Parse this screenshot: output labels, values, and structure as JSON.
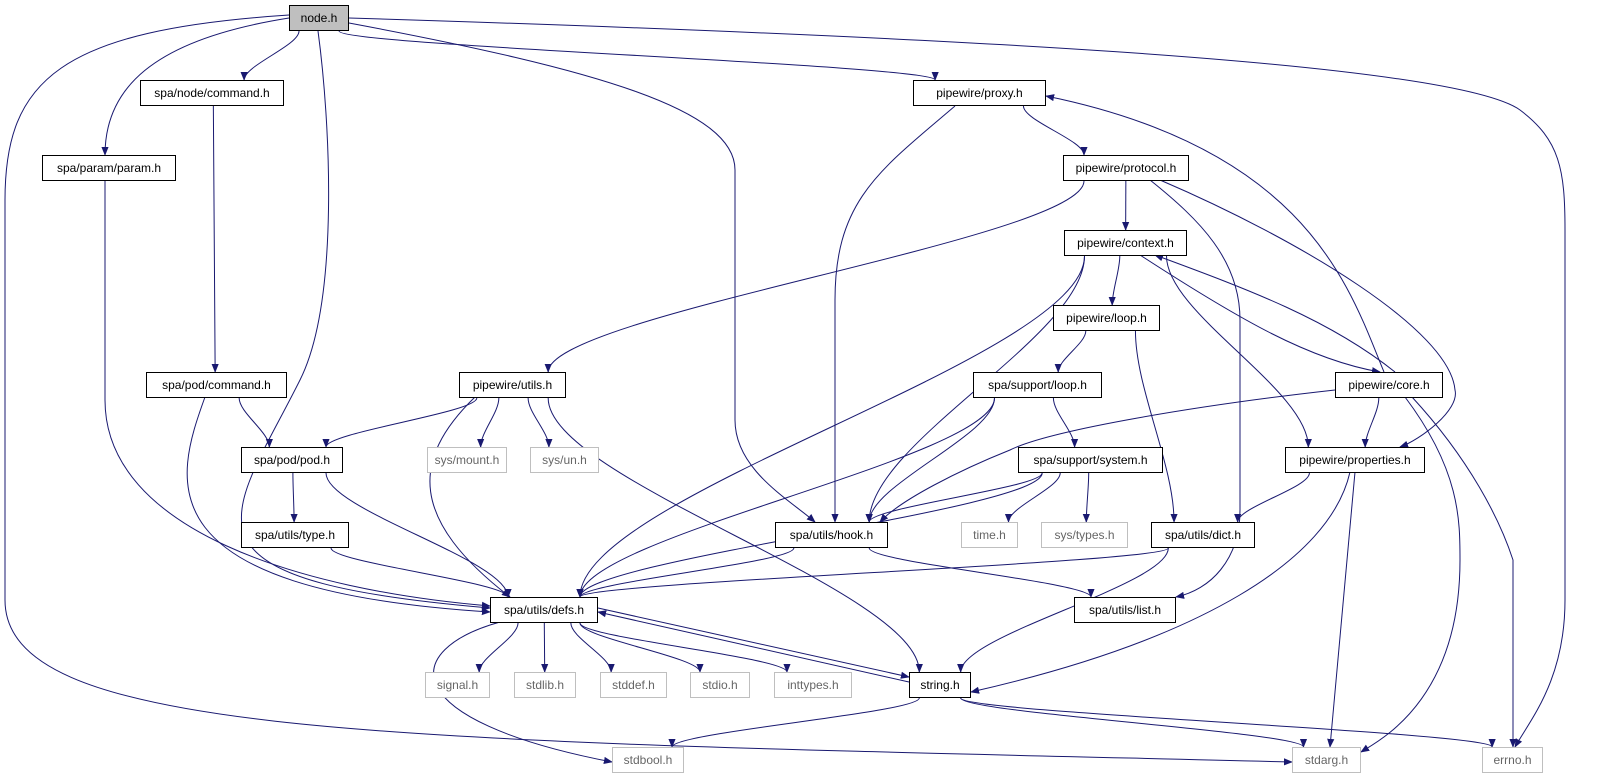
{
  "graph": {
    "edge_color": "#191970",
    "root_fill": "#bfbfbf",
    "external_border": "#bfbfbf",
    "nodes": [
      {
        "id": "node",
        "label": "node.h",
        "root": true
      },
      {
        "id": "nodecmd",
        "label": "spa/node/command.h"
      },
      {
        "id": "param",
        "label": "spa/param/param.h"
      },
      {
        "id": "podcmd",
        "label": "spa/pod/command.h"
      },
      {
        "id": "utils",
        "label": "pipewire/utils.h"
      },
      {
        "id": "pod",
        "label": "spa/pod/pod.h"
      },
      {
        "id": "mount",
        "label": "sys/mount.h",
        "external": true
      },
      {
        "id": "un",
        "label": "sys/un.h",
        "external": true
      },
      {
        "id": "type",
        "label": "spa/utils/type.h"
      },
      {
        "id": "defs",
        "label": "spa/utils/defs.h"
      },
      {
        "id": "signal",
        "label": "signal.h",
        "external": true
      },
      {
        "id": "stdlib",
        "label": "stdlib.h",
        "external": true
      },
      {
        "id": "stddef",
        "label": "stddef.h",
        "external": true
      },
      {
        "id": "stdio",
        "label": "stdio.h",
        "external": true
      },
      {
        "id": "inttypes",
        "label": "inttypes.h",
        "external": true
      },
      {
        "id": "string",
        "label": "string.h"
      },
      {
        "id": "stdbool",
        "label": "stdbool.h",
        "external": true
      },
      {
        "id": "stdarg",
        "label": "stdarg.h",
        "external": true
      },
      {
        "id": "errno",
        "label": "errno.h",
        "external": true
      },
      {
        "id": "proxy",
        "label": "pipewire/proxy.h"
      },
      {
        "id": "protocol",
        "label": "pipewire/protocol.h"
      },
      {
        "id": "context",
        "label": "pipewire/context.h"
      },
      {
        "id": "pwloop",
        "label": "pipewire/loop.h"
      },
      {
        "id": "sloop",
        "label": "spa/support/loop.h"
      },
      {
        "id": "core",
        "label": "pipewire/core.h"
      },
      {
        "id": "system",
        "label": "spa/support/system.h"
      },
      {
        "id": "props",
        "label": "pipewire/properties.h"
      },
      {
        "id": "hook",
        "label": "spa/utils/hook.h"
      },
      {
        "id": "time",
        "label": "time.h",
        "external": true
      },
      {
        "id": "systypes",
        "label": "sys/types.h",
        "external": true
      },
      {
        "id": "dict",
        "label": "spa/utils/dict.h"
      },
      {
        "id": "list",
        "label": "spa/utils/list.h"
      }
    ],
    "edges": [
      [
        "node",
        "nodecmd"
      ],
      [
        "node",
        "param"
      ],
      [
        "node",
        "defs"
      ],
      [
        "node",
        "hook"
      ],
      [
        "node",
        "proxy"
      ],
      [
        "node",
        "errno"
      ],
      [
        "node",
        "stdarg"
      ],
      [
        "nodecmd",
        "podcmd"
      ],
      [
        "param",
        "defs"
      ],
      [
        "podcmd",
        "pod"
      ],
      [
        "podcmd",
        "defs"
      ],
      [
        "utils",
        "pod"
      ],
      [
        "utils",
        "defs"
      ],
      [
        "utils",
        "mount"
      ],
      [
        "utils",
        "un"
      ],
      [
        "utils",
        "string"
      ],
      [
        "pod",
        "type"
      ],
      [
        "pod",
        "defs"
      ],
      [
        "type",
        "defs"
      ],
      [
        "defs",
        "signal"
      ],
      [
        "defs",
        "stdlib"
      ],
      [
        "defs",
        "stddef"
      ],
      [
        "defs",
        "stdio"
      ],
      [
        "defs",
        "inttypes"
      ],
      [
        "defs",
        "string"
      ],
      [
        "defs",
        "stdbool"
      ],
      [
        "string",
        "defs"
      ],
      [
        "string",
        "stdbool"
      ],
      [
        "string",
        "stdarg"
      ],
      [
        "string",
        "errno"
      ],
      [
        "proxy",
        "hook"
      ],
      [
        "proxy",
        "protocol"
      ],
      [
        "protocol",
        "context"
      ],
      [
        "protocol",
        "utils"
      ],
      [
        "protocol",
        "list"
      ],
      [
        "protocol",
        "props"
      ],
      [
        "context",
        "pwloop"
      ],
      [
        "context",
        "defs"
      ],
      [
        "context",
        "hook"
      ],
      [
        "context",
        "core"
      ],
      [
        "context",
        "props"
      ],
      [
        "core",
        "context"
      ],
      [
        "core",
        "proxy"
      ],
      [
        "core",
        "hook"
      ],
      [
        "core",
        "props"
      ],
      [
        "core",
        "stdarg"
      ],
      [
        "core",
        "errno"
      ],
      [
        "pwloop",
        "sloop"
      ],
      [
        "pwloop",
        "dict"
      ],
      [
        "sloop",
        "hook"
      ],
      [
        "sloop",
        "system"
      ],
      [
        "sloop",
        "defs"
      ],
      [
        "system",
        "hook"
      ],
      [
        "system",
        "defs"
      ],
      [
        "system",
        "time"
      ],
      [
        "system",
        "systypes"
      ],
      [
        "props",
        "dict"
      ],
      [
        "props",
        "string"
      ],
      [
        "props",
        "stdarg"
      ],
      [
        "hook",
        "defs"
      ],
      [
        "hook",
        "list"
      ],
      [
        "dict",
        "defs"
      ],
      [
        "dict",
        "string"
      ]
    ]
  }
}
